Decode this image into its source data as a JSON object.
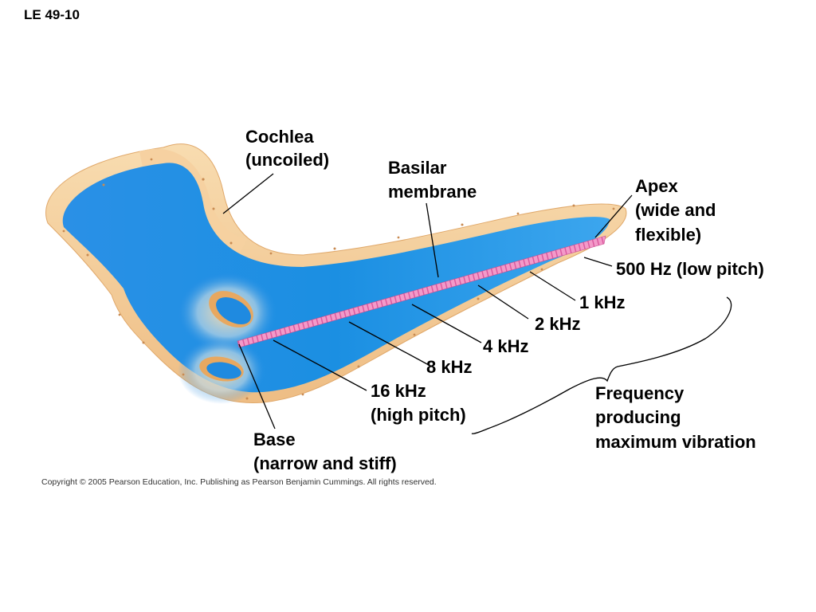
{
  "figure_id": "LE 49-10",
  "labels": {
    "cochlea": [
      "Cochlea",
      "(uncoiled)"
    ],
    "basilar": [
      "Basilar",
      "membrane"
    ],
    "apex": [
      "Apex",
      "(wide and",
      "flexible)"
    ],
    "hz500": "500 Hz (low pitch)",
    "khz1": "1 kHz",
    "khz2": "2 kHz",
    "khz4": "4 kHz",
    "khz8": "8 kHz",
    "khz16": [
      "16 kHz",
      "(high pitch)"
    ],
    "base": [
      "Base",
      "(narrow and stiff)"
    ],
    "frequency": [
      "Frequency",
      "producing",
      "maximum vibration"
    ]
  },
  "copyright": "Copyright © 2005 Pearson Education, Inc. Publishing as Pearson Benjamin Cummings. All rights reserved.",
  "colors": {
    "fluid_blue": "#1f8fe0",
    "bone_tan": "#f3c995",
    "membrane_pink": "#f08fc4"
  }
}
